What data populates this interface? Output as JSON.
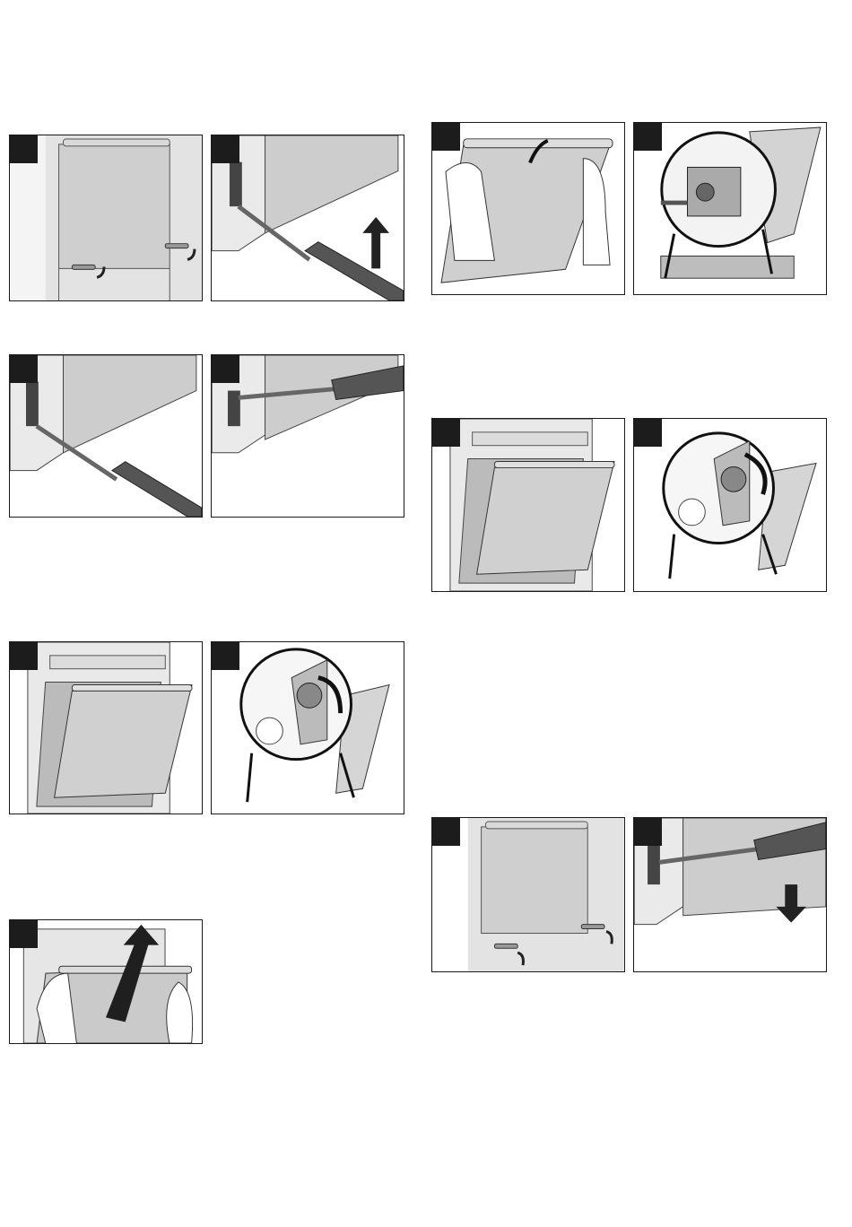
{
  "colors": {
    "frame": "#1a1a1a",
    "badge": "#1c1c1c",
    "door_glass": "#c9c9c9",
    "steel": "#e6e6e6",
    "handle": "#d2d2d2",
    "screwdriver": "#555555"
  },
  "steps": [
    {
      "id": "a",
      "label": "",
      "scene": "door-screws-bottom"
    },
    {
      "id": "b",
      "label": "",
      "scene": "screwdriver-hinge-arrow-up"
    },
    {
      "id": "c",
      "label": "",
      "scene": "screwdriver-hinge-low"
    },
    {
      "id": "d",
      "label": "",
      "scene": "screwdriver-hinge-high"
    },
    {
      "id": "e",
      "label": "",
      "scene": "door-tilted-open"
    },
    {
      "id": "f",
      "label": "",
      "scene": "hinge-zoom-arrow-up"
    },
    {
      "id": "g",
      "label": "",
      "scene": "lift-door-big-arrow"
    },
    {
      "id": "h",
      "label": "",
      "scene": "hands-lift-door"
    },
    {
      "id": "i",
      "label": "",
      "scene": "hinge-zoom-inside"
    },
    {
      "id": "j",
      "label": "",
      "scene": "door-tilted-open"
    },
    {
      "id": "k",
      "label": "",
      "scene": "hinge-zoom-arrow-down"
    },
    {
      "id": "l",
      "label": "",
      "scene": "door-screws-bottom-down"
    },
    {
      "id": "m",
      "label": "",
      "scene": "screwdriver-arrow-down"
    }
  ]
}
